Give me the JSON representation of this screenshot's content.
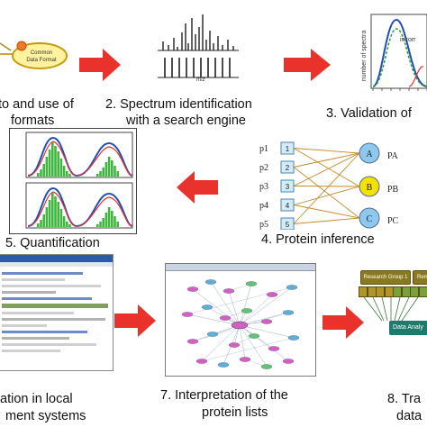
{
  "step1": {
    "line1": "to and use of",
    "line2": "formats",
    "node": "Common\nData Format"
  },
  "step2": {
    "line1": "2. Spectrum identification",
    "line2": "with a search engine",
    "axis_label": "m/z"
  },
  "step3": {
    "line1": "3. Validation of",
    "ylabel": "number of spectra",
    "legend": "incorr"
  },
  "step4": {
    "line1": "4. Protein inference",
    "peptides": [
      "p1",
      "p2",
      "p3",
      "p4",
      "p5"
    ],
    "numbers": [
      "1",
      "2",
      "3",
      "4",
      "5"
    ],
    "proteins": [
      "A",
      "B",
      "C"
    ],
    "probs": [
      "PA",
      "PB",
      "PC"
    ]
  },
  "step5": {
    "line1": "5. Quantification"
  },
  "step6": {
    "line1": "ation in local",
    "line2": "ment systems"
  },
  "step7": {
    "line1": "7. Interpretation of the",
    "line2": "protein lists"
  },
  "step8": {
    "line1": "8. Tra",
    "line2": "data",
    "box1": "Research Group 1",
    "box2": "Rem",
    "box3": "Data Analy"
  },
  "colors": {
    "arrow": "#e8322b",
    "bellBlue": "#1f4fb8",
    "bellGreen": "#2f9e2f",
    "pBlue": "#8fc8ef",
    "pYellow": "#f5e100"
  }
}
